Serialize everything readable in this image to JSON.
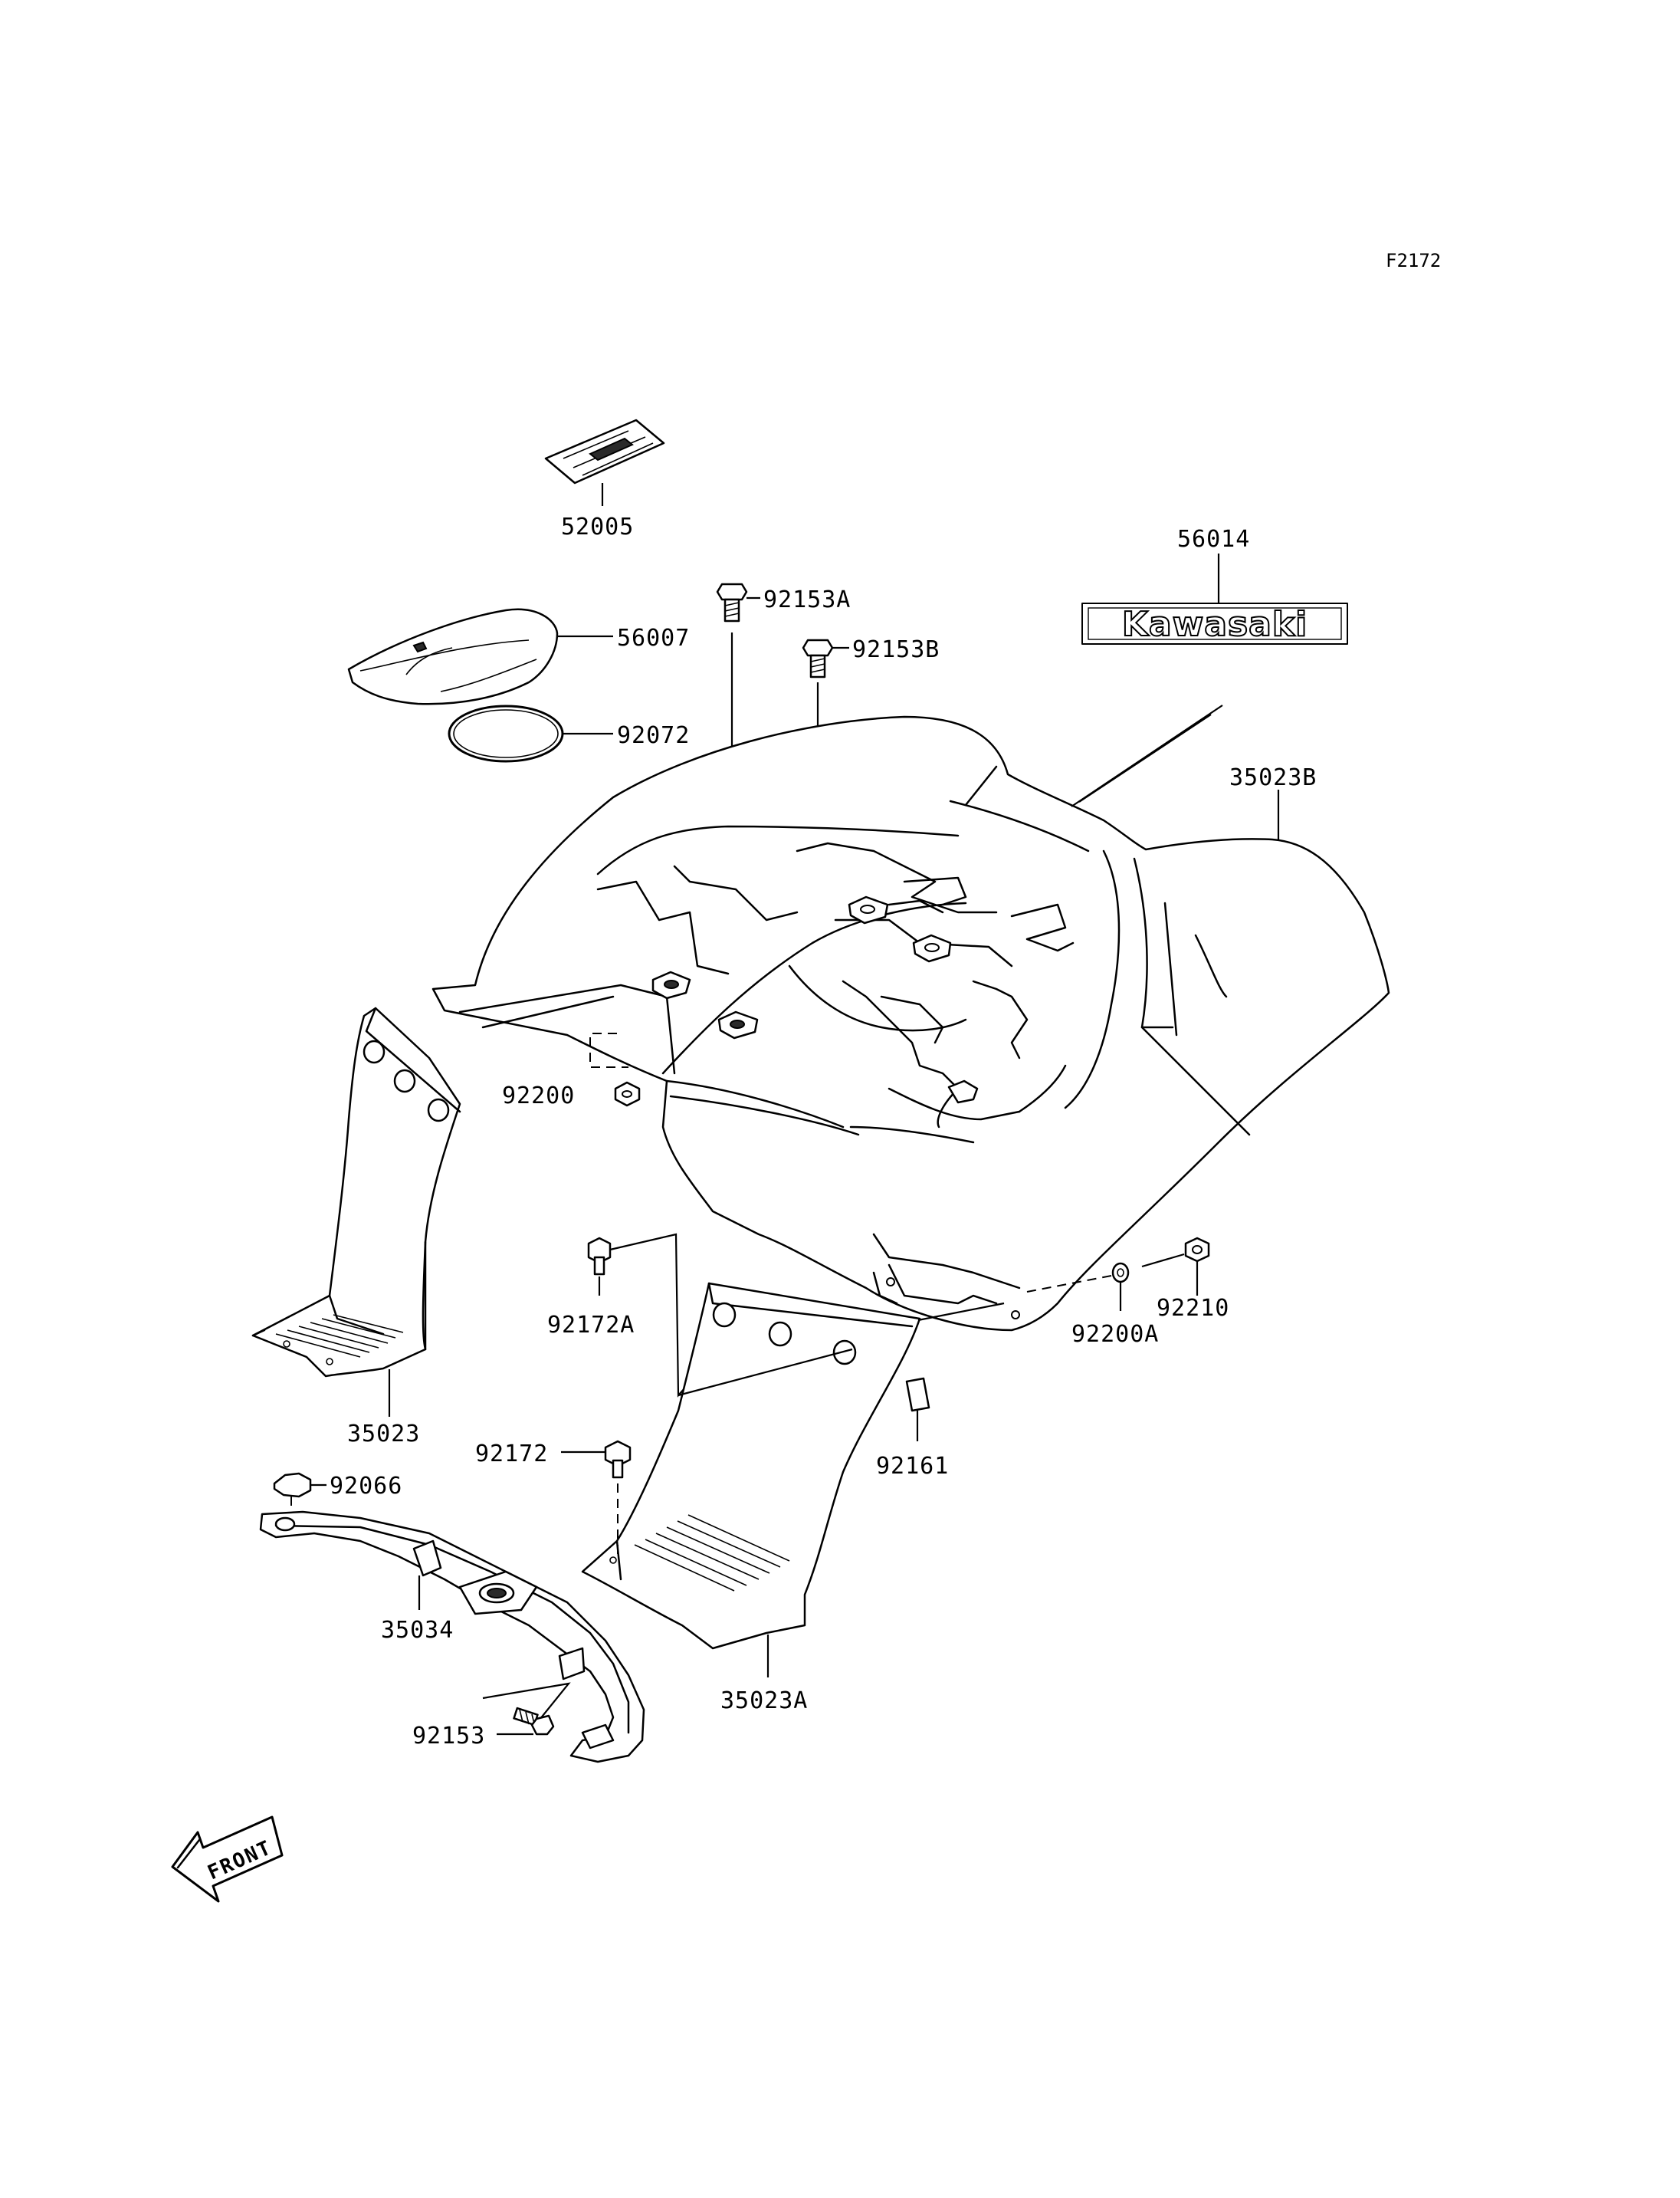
{
  "figure_code": "F2172",
  "brand_decal_text": "Kawasaki",
  "front_arrow_text": "FRONT",
  "parts": {
    "p52005": "52005",
    "p56014": "56014",
    "p92153A": "92153A",
    "p92153B": "92153B",
    "p56007": "56007",
    "p92072": "92072",
    "p35023B": "35023B",
    "p92200": "92200",
    "p92172A": "92172A",
    "p92200A": "92200A",
    "p92210": "92210",
    "p35023": "35023",
    "p92172": "92172",
    "p92161": "92161",
    "p92066": "92066",
    "p35034": "35034",
    "p35023A": "35023A",
    "p92153": "92153"
  }
}
